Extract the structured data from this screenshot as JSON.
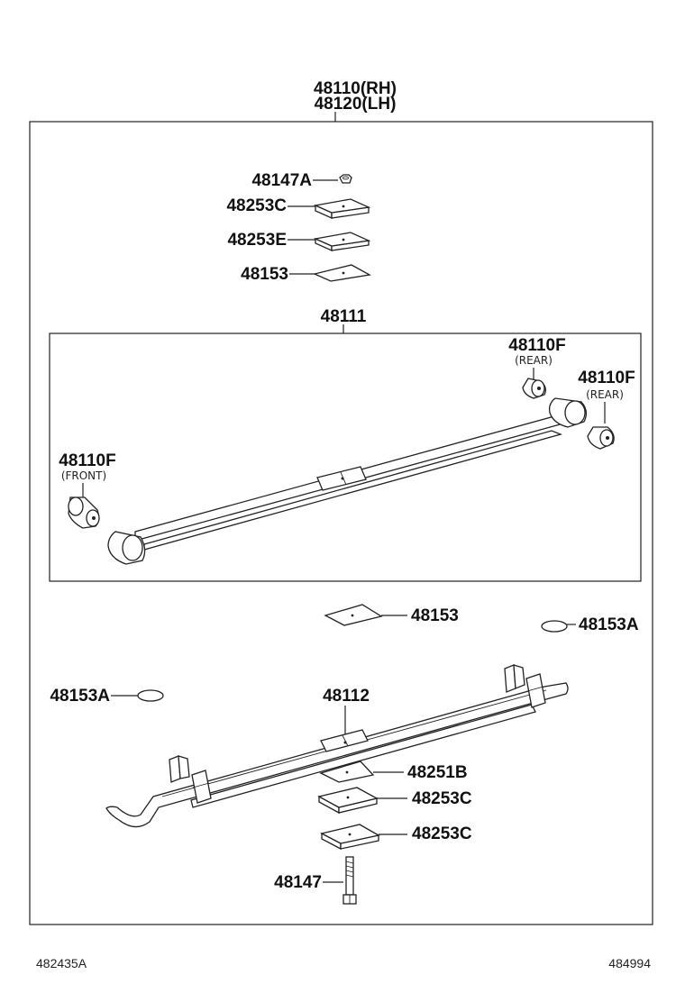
{
  "assembly": {
    "label_rh": "48110(RH)",
    "label_lh": "48120(LH)"
  },
  "parts": {
    "p48147A": "48147A",
    "p48253C_top": "48253C",
    "p48253E": "48253E",
    "p48153_top": "48153",
    "p48111": "48111",
    "p48110F_rear1": "48110F",
    "rear1_note": "(REAR)",
    "p48110F_rear2": "48110F",
    "rear2_note": "(REAR)",
    "p48110F_front": "48110F",
    "front_note": "(FRONT)",
    "p48153_mid": "48153",
    "p48153A_right": "48153A",
    "p48153A_left": "48153A",
    "p48112": "48112",
    "p48251B": "48251B",
    "p48253C_b1": "48253C",
    "p48253C_b2": "48253C",
    "p48147": "48147"
  },
  "footer": {
    "left_code": "482435A",
    "right_code": "484994"
  }
}
